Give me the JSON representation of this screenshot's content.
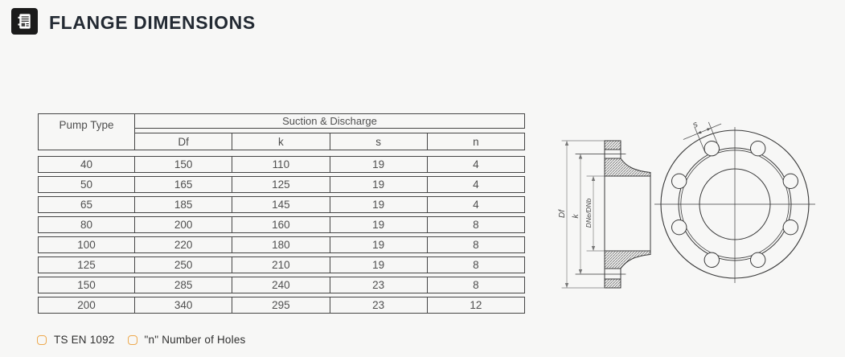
{
  "header": {
    "title": "FLANGE DIMENSIONS",
    "icon": "notebook-icon"
  },
  "table": {
    "col1_header": "Pump Type",
    "group_header": "Suction & Discharge",
    "columns": [
      "Df",
      "k",
      "s",
      "n"
    ],
    "rows": [
      [
        "40",
        "150",
        "110",
        "19",
        "4"
      ],
      [
        "50",
        "165",
        "125",
        "19",
        "4"
      ],
      [
        "65",
        "185",
        "145",
        "19",
        "4"
      ],
      [
        "80",
        "200",
        "160",
        "19",
        "8"
      ],
      [
        "100",
        "220",
        "180",
        "19",
        "8"
      ],
      [
        "125",
        "250",
        "210",
        "19",
        "8"
      ],
      [
        "150",
        "285",
        "240",
        "23",
        "8"
      ],
      [
        "200",
        "340",
        "295",
        "23",
        "12"
      ]
    ]
  },
  "drawing": {
    "description": "flange-section-and-front-view",
    "labels": {
      "df": "Df",
      "k": "k",
      "dne": "DNe/DNb",
      "s": "s"
    },
    "front_view": {
      "bolt_holes": 8
    }
  },
  "footnotes": [
    {
      "marker": "orange-rounded-square",
      "label": "TS EN 1092"
    },
    {
      "marker": "orange-rounded-square",
      "label": "\"n\" Number of Holes"
    }
  ],
  "colors": {
    "background": "#f7f7f6",
    "accent_orange": "#eda94e",
    "table_border": "#454545",
    "title_text": "#232a33",
    "icon_background": "#1b1b1b"
  }
}
